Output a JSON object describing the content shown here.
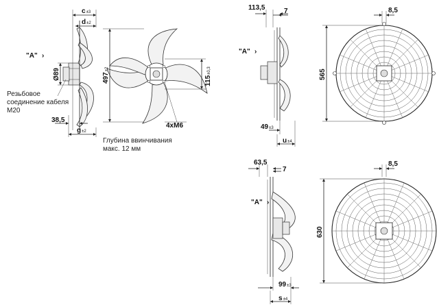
{
  "view_marker": "\"A\"",
  "notes": {
    "cable_connection": [
      "Резьбовое",
      "соединение кабеля",
      "М20"
    ],
    "screw_depth": [
      "Глубина ввинчивания",
      "макс. 12 мм"
    ]
  },
  "side_view": {
    "dim_c": "c",
    "dim_c_tol": "±3",
    "dim_d": "d",
    "dim_d_tol": "±2",
    "dim_diameter": "Ø89",
    "dim_385": "38,5",
    "dim_g": "g",
    "dim_g_tol": "±2"
  },
  "front_view": {
    "dim_497": "497",
    "dim_497_tol": "±2",
    "dim_115": "115",
    "dim_115_tol": "±0,3",
    "dim_thread": "4xM6"
  },
  "variant_565": {
    "dim_1135": "113,5",
    "dim_7": "7",
    "dim_85": "8,5",
    "dim_height": "565",
    "dim_49": "49",
    "dim_49_tol": "±3",
    "dim_u": "u",
    "dim_u_tol": "±4"
  },
  "variant_630": {
    "dim_635": "63,5",
    "dim_7": "7",
    "dim_85": "8,5",
    "dim_height": "630",
    "dim_99": "99",
    "dim_99_tol": "±3",
    "dim_s": "s",
    "dim_s_tol": "±4"
  }
}
